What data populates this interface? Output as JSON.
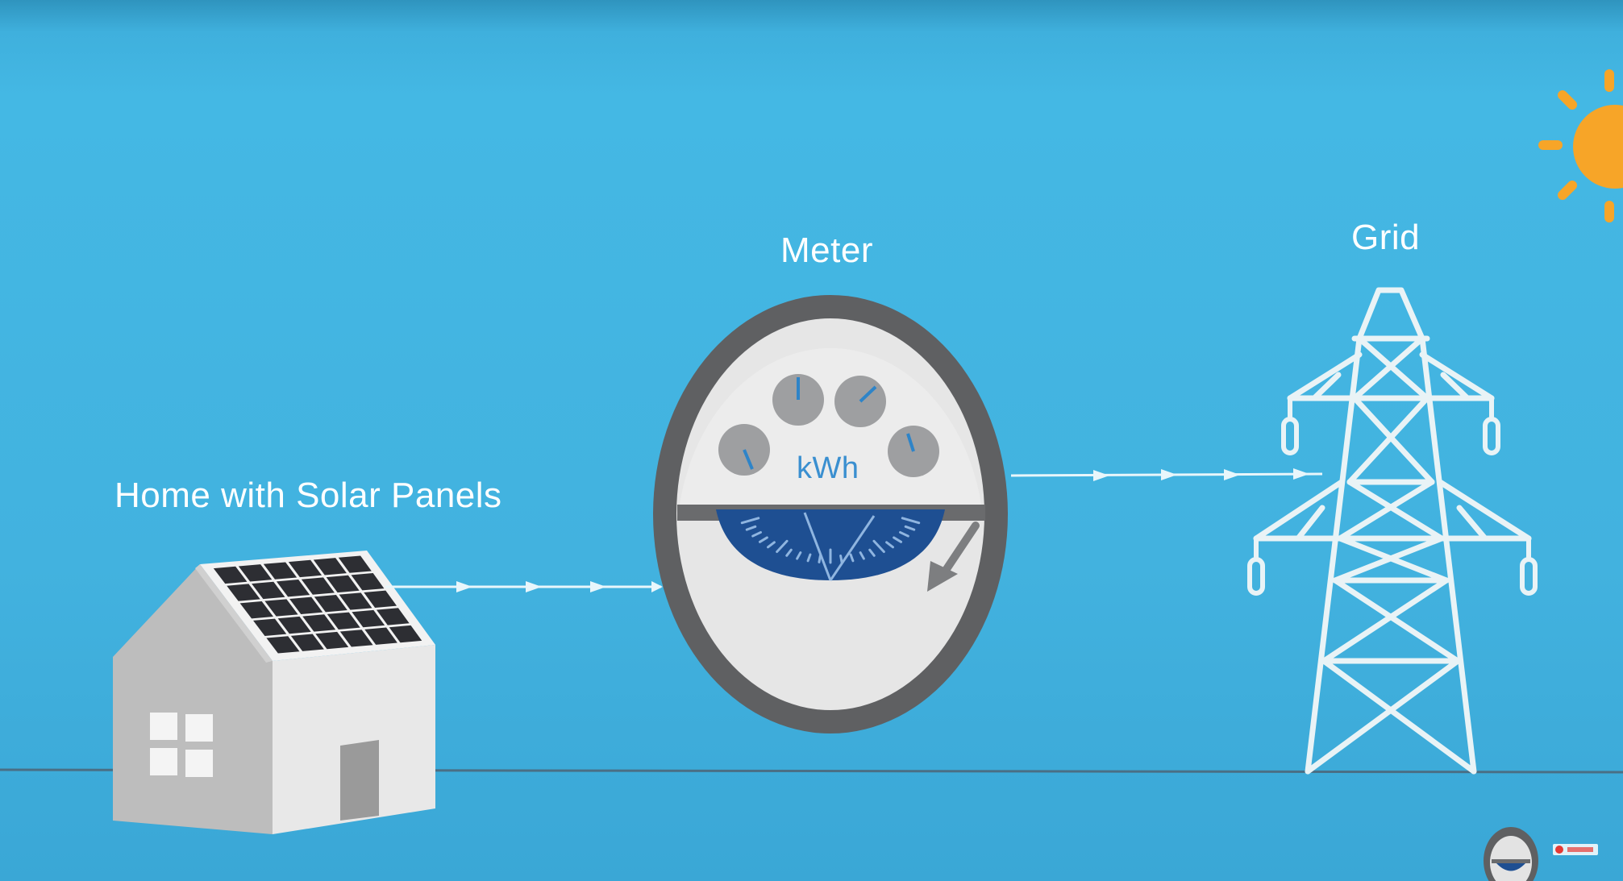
{
  "labels": {
    "home": "Home with Solar Panels",
    "meter": "Meter",
    "grid": "Grid",
    "meter_unit": "kWh"
  },
  "icons": [
    "house-icon",
    "solar-panel-icon",
    "electric-meter-icon",
    "transmission-tower-icon",
    "sun-icon",
    "flow-arrow-icon"
  ],
  "colors": {
    "sky": "#44b8e4",
    "ground": "#3aa7d6",
    "sun": "#f7a528",
    "meter_dial": "#1e4f92",
    "meter_frame": "#5f6062",
    "panel": "#2d2e33",
    "house": "#d9d9d9",
    "flow": "#e8f6fb"
  }
}
